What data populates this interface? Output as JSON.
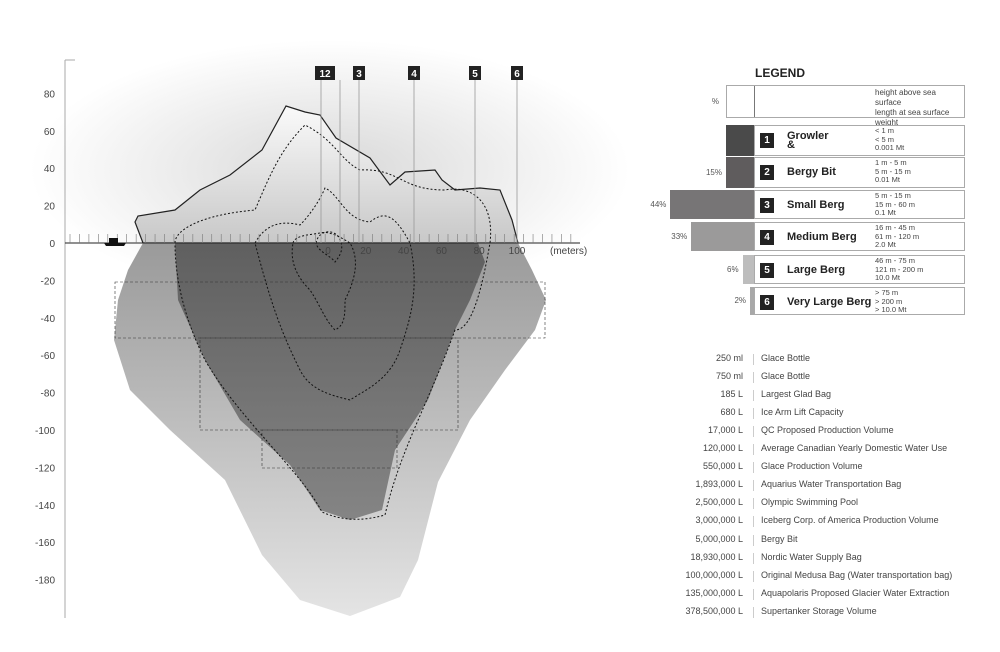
{
  "diagram": {
    "y_ticks": [
      "80",
      "60",
      "40",
      "20",
      "0",
      "-20",
      "-40",
      "-60",
      "-80",
      "-100",
      "-120",
      "-140",
      "-160",
      "-180"
    ],
    "x_ticks": [
      "0",
      "20",
      "40",
      "60",
      "80",
      "100"
    ],
    "x_unit": "(meters)",
    "markers": [
      "1",
      "2",
      "3",
      "4",
      "5",
      "6"
    ]
  },
  "legend": {
    "title": "LEGEND",
    "header": {
      "pct": "%",
      "lines": [
        "height above sea surface",
        "length at sea surface",
        "weight"
      ]
    },
    "rows": [
      {
        "num": "1",
        "name": "Growler",
        "amp": "&",
        "pct": "",
        "share": 0,
        "specs": [
          "< 1 m",
          "< 5 m",
          "0.001 Mt"
        ],
        "color": "#4a4a4a"
      },
      {
        "num": "2",
        "name": "Bergy Bit",
        "pct": "15%",
        "share": 15,
        "specs": [
          "1 m - 5 m",
          "5 m - 15 m",
          "0.01 Mt"
        ],
        "color": "#5f5c5d"
      },
      {
        "num": "3",
        "name": "Small Berg",
        "pct": "44%",
        "share": 44,
        "specs": [
          "5 m - 15 m",
          "15 m - 60 m",
          "0.1 Mt"
        ],
        "color": "#777576"
      },
      {
        "num": "4",
        "name": "Medium Berg",
        "pct": "33%",
        "share": 33,
        "specs": [
          "16 m - 45 m",
          "61 m - 120 m",
          "2.0 Mt"
        ],
        "color": "#9b9a9a"
      },
      {
        "num": "5",
        "name": "Large Berg",
        "pct": "6%",
        "share": 6,
        "specs": [
          "46 m - 75 m",
          "121 m - 200 m",
          "10.0 Mt"
        ],
        "color": "#bdbdbd"
      },
      {
        "num": "6",
        "name": "Very Large Berg",
        "pct": "2%",
        "share": 2,
        "specs": [
          "> 75 m",
          "> 200 m",
          "> 10.0 Mt"
        ],
        "color": "#a8a8a8"
      }
    ]
  },
  "volumes": [
    {
      "v": "250 ml",
      "n": "Glace Bottle"
    },
    {
      "v": "750 ml",
      "n": "Glace Bottle"
    },
    {
      "v": "185 L",
      "n": "Largest Glad Bag"
    },
    {
      "v": "680 L",
      "n": "Ice Arm Lift Capacity"
    },
    {
      "v": "17,000 L",
      "n": "QC Proposed Production Volume"
    },
    {
      "v": "120,000 L",
      "n": "Average Canadian Yearly Domestic Water Use"
    },
    {
      "v": "550,000 L",
      "n": "Glace Production Volume"
    },
    {
      "v": "1,893,000 L",
      "n": "Aquarius Water Transportation Bag"
    },
    {
      "v": "2,500,000 L",
      "n": "Olympic Swimming Pool"
    },
    {
      "v": "3,000,000 L",
      "n": "Iceberg Corp. of America Production Volume"
    },
    {
      "v": "5,000,000 L",
      "n": "Bergy Bit"
    },
    {
      "v": "18,930,000 L",
      "n": "Nordic Water Supply Bag"
    },
    {
      "v": "100,000,000 L",
      "n": "Original Medusa Bag (Water transportation bag)"
    },
    {
      "v": "135,000,000 L",
      "n": "Aquapolaris Proposed Glacier Water Extraction"
    },
    {
      "v": "378,500,000 L",
      "n": "Supertanker Storage Volume"
    }
  ]
}
